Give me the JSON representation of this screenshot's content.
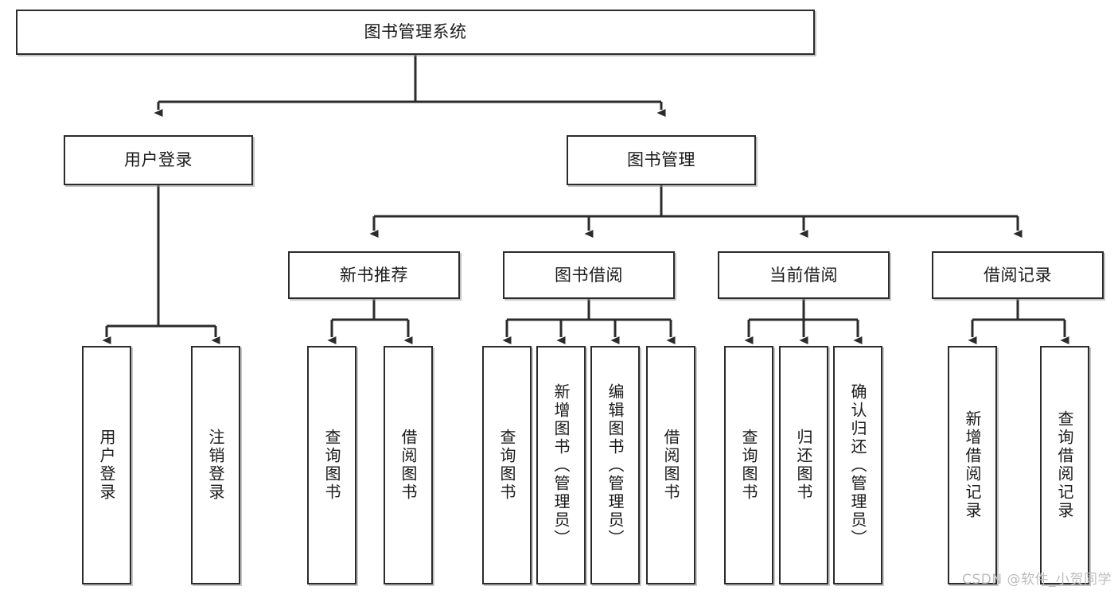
{
  "diagram": {
    "type": "hierarchy-tree",
    "title": "图书管理系统",
    "orientation": "top-down",
    "colors": {
      "box_border": "#2b2b2b",
      "box_fill": "#ffffff",
      "connector": "#2b2b2b",
      "text": "#1a1a1a",
      "watermark": "#bdbdbd"
    },
    "nodes": {
      "root": {
        "label": "图书管理系统"
      },
      "level2": [
        {
          "label": "用户登录"
        },
        {
          "label": "图书管理"
        }
      ],
      "level3": [
        {
          "label": "新书推荐"
        },
        {
          "label": "图书借阅"
        },
        {
          "label": "当前借阅"
        },
        {
          "label": "借阅记录"
        }
      ],
      "leaves": {
        "user_login": [
          {
            "label": "用户登录"
          },
          {
            "label": "注销登录"
          }
        ],
        "new_book_recommend": [
          {
            "label": "查询图书"
          },
          {
            "label": "借阅图书"
          }
        ],
        "book_borrow": [
          {
            "label": "查询图书"
          },
          {
            "label": "新增图书（管理员）"
          },
          {
            "label": "编辑图书（管理员）"
          },
          {
            "label": "借阅图书"
          }
        ],
        "current_borrow": [
          {
            "label": "查询图书"
          },
          {
            "label": "归还图书"
          },
          {
            "label": "确认归还（管理员）"
          }
        ],
        "borrow_record": [
          {
            "label": "新增借阅记录"
          },
          {
            "label": "查询借阅记录"
          }
        ]
      }
    },
    "watermark": "CSDN @软件_小贺同学"
  }
}
